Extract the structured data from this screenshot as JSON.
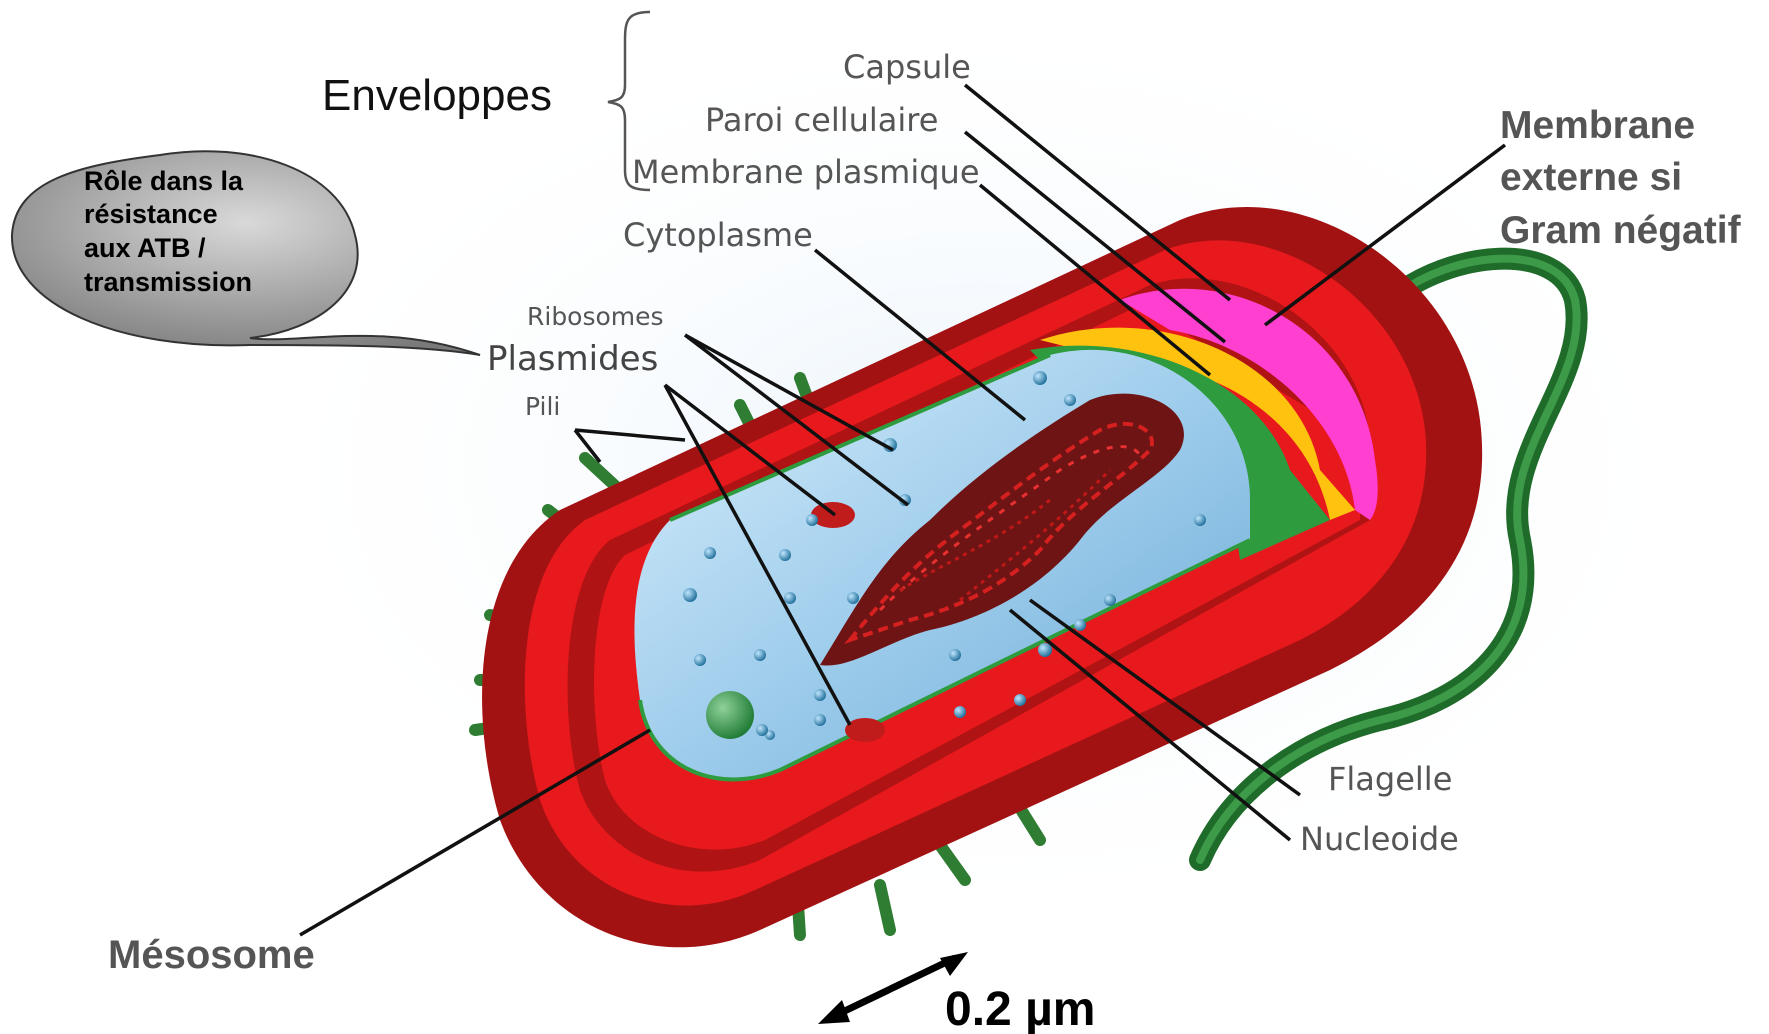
{
  "labels": {
    "enveloppes": "Enveloppes",
    "capsule": "Capsule",
    "paroi": "Paroi cellulaire",
    "membrane_plasmique": "Membrane plasmique",
    "cytoplasme": "Cytoplasme",
    "ribosomes": "Ribosomes",
    "plasmides": "Plasmides",
    "pili": "Pili",
    "flagelle": "Flagelle",
    "nucleoide": "Nucleoide",
    "mesosome": "Mésosome",
    "membrane_externe": [
      "Membrane",
      "externe si",
      "Gram négatif"
    ],
    "scale": "0.2 µm"
  },
  "bubble": {
    "lines": [
      "Rôle dans la",
      "résistance",
      "aux ATB /",
      "transmission"
    ]
  },
  "colors": {
    "capsule": "#a31212",
    "paroi": "#e8191d",
    "membrane_externe": "#ff3fcf",
    "peptidoglycane": "#ffc20e",
    "membrane_plasmique": "#2e9b3f",
    "cytoplasme": "#9fd0ee",
    "nucleoide": "#8a1a1a",
    "pili": "#2f7d32",
    "flagelle": "#1f6b2a"
  }
}
